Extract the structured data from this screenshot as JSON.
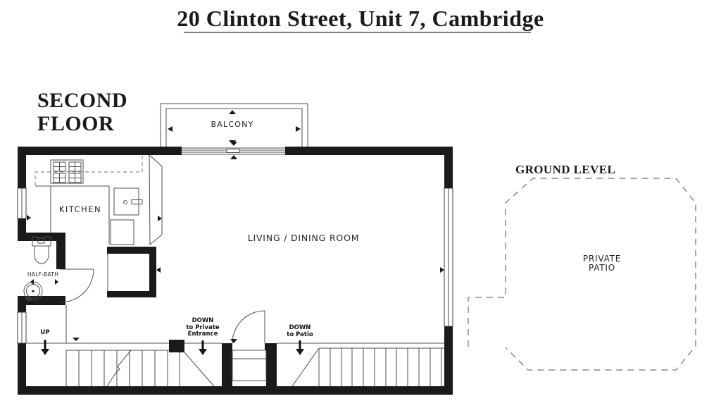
{
  "title": "20 Clinton Street, Unit 7, Cambridge",
  "labels": {
    "second_floor": {
      "line1": "SECOND",
      "line2": "FLOOR"
    },
    "ground_level": "GROUND LEVEL"
  },
  "rooms": {
    "balcony": "BALCONY",
    "kitchen": "KITCHEN",
    "half_bath": "HALF-BATH",
    "living_dining": "LIVING / DINING ROOM",
    "private_patio": {
      "line1": "PRIVATE",
      "line2": "PATIO"
    }
  },
  "stairs": {
    "up": "UP",
    "down_private": {
      "line1": "DOWN",
      "line2": "to Private",
      "line3": "Entrance"
    },
    "down_patio": {
      "line1": "DOWN",
      "line2": "to Patio"
    }
  },
  "colors": {
    "wall": "#1a1a1a",
    "line": "#4d4d4d",
    "dashed": "#8a8a8a",
    "underline": "#7d7d7d",
    "background": "#ffffff"
  }
}
